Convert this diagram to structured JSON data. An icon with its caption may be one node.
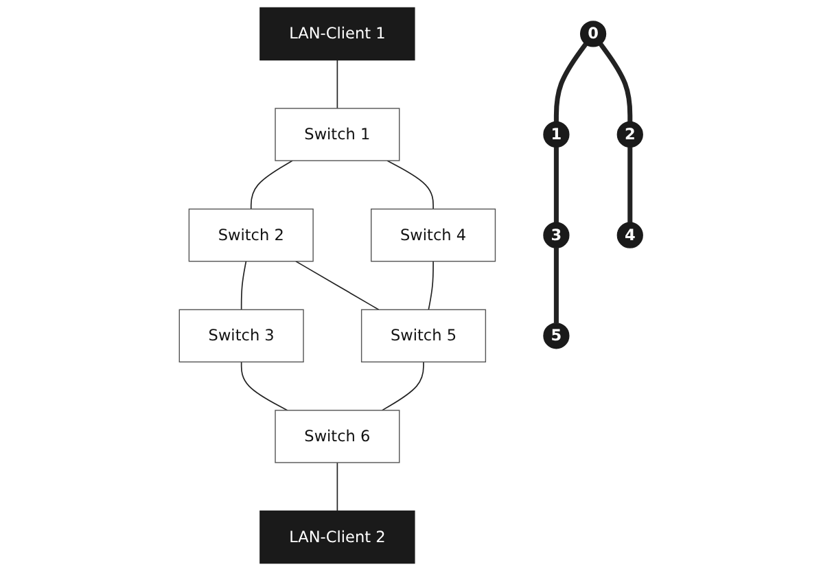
{
  "diagram": {
    "nodes": [
      {
        "text": [
          "LAN-Client 1"
        ]
      },
      {
        "text": [
          "Switch 1"
        ]
      },
      {
        "text": [
          "Switch 2"
        ]
      },
      {
        "text": [
          "Switch 3"
        ]
      },
      {
        "text": [
          "Switch 4"
        ]
      },
      {
        "text": [
          "Switch 5"
        ]
      },
      {
        "text": [
          "Switch 6"
        ]
      },
      {
        "text": [
          "LAN-Client 2"
        ]
      },
      {
        "text": [
          "0"
        ]
      },
      {
        "text": [
          "1"
        ]
      },
      {
        "text": [
          "2"
        ]
      },
      {
        "text": [
          "3"
        ]
      },
      {
        "text": [
          "4"
        ]
      },
      {
        "text": [
          "5"
        ]
      }
    ],
    "edges": [
      {
        "from": 0,
        "to": 1,
        "arrow": "none"
      },
      {
        "from": 1,
        "to": 2,
        "arrow": "none"
      },
      {
        "from": 2,
        "to": 3,
        "arrow": "none"
      },
      {
        "from": 1,
        "to": 4,
        "arrow": "none"
      },
      {
        "from": 2,
        "to": 5,
        "arrow": "none"
      },
      {
        "from": 3,
        "to": 6,
        "arrow": "none"
      },
      {
        "from": 4,
        "to": 5,
        "arrow": "none"
      },
      {
        "from": 5,
        "to": 6,
        "arrow": "none"
      },
      {
        "from": 6,
        "to": 7,
        "arrow": "none"
      },
      {
        "from": 8,
        "to": 10,
        "arrow": "none",
        "style": "thick"
      },
      {
        "from": 10,
        "to": 12,
        "arrow": "none",
        "style": "thick"
      },
      {
        "from": 8,
        "to": 9,
        "arrow": "none",
        "style": "thick"
      },
      {
        "from": 9,
        "to": 11,
        "arrow": "none",
        "style": "thick"
      },
      {
        "from": 11,
        "to": 13,
        "arrow": "none",
        "style": "thick"
      }
    ]
  }
}
